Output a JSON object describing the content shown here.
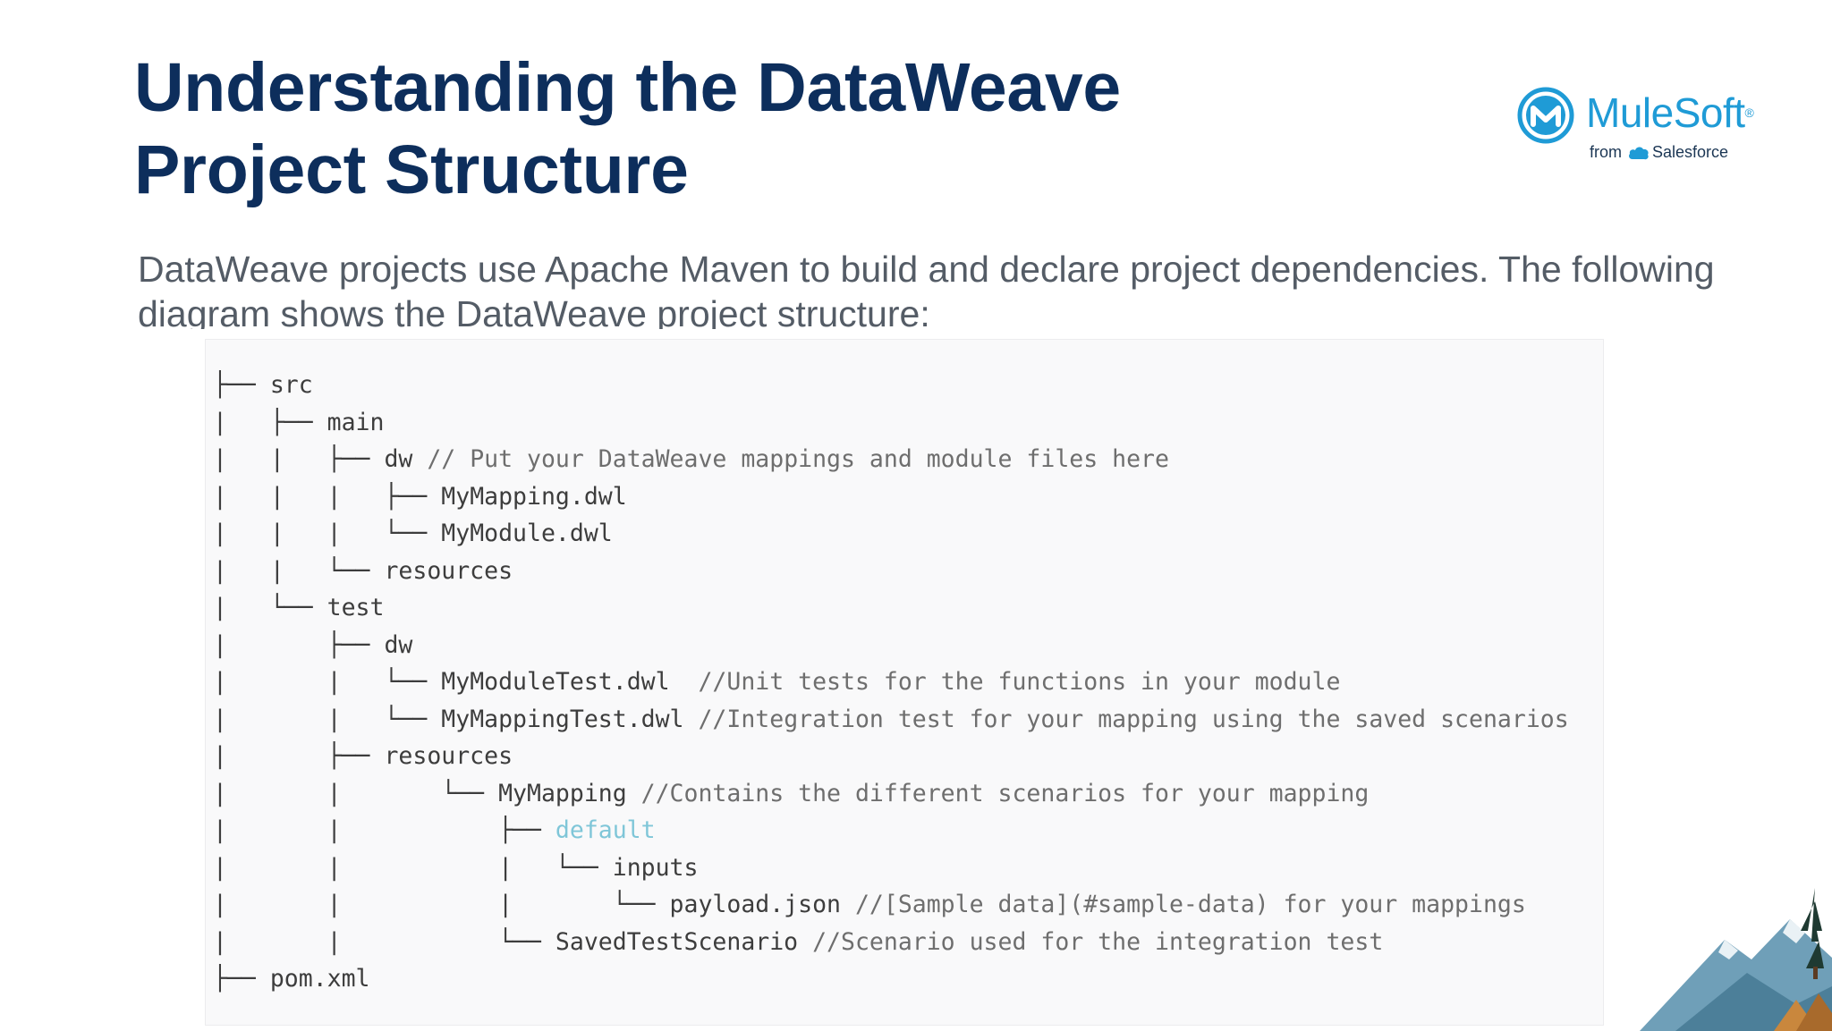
{
  "slide": {
    "title_line1": "Understanding the DataWeave",
    "title_line2": "Project Structure",
    "intro": "DataWeave projects use Apache Maven to build and declare project dependencies. The following diagram shows the DataWeave project structure:"
  },
  "logo": {
    "wordmark": "MuleSoft",
    "reg_mark": "®",
    "from": "from",
    "company": "Salesforce"
  },
  "tree": [
    {
      "prefix": "├── ",
      "name": "src",
      "comment": ""
    },
    {
      "prefix": "|   ├── ",
      "name": "main",
      "comment": ""
    },
    {
      "prefix": "|   |   ├── ",
      "name": "dw",
      "comment": " // Put your DataWeave mappings and module files here"
    },
    {
      "prefix": "|   |   |   ├── ",
      "name": "MyMapping.dwl",
      "comment": ""
    },
    {
      "prefix": "|   |   |   └── ",
      "name": "MyModule.dwl",
      "comment": ""
    },
    {
      "prefix": "|   |   └── ",
      "name": "resources",
      "comment": ""
    },
    {
      "prefix": "|   └── ",
      "name": "test",
      "comment": ""
    },
    {
      "prefix": "|       ├── ",
      "name": "dw",
      "comment": ""
    },
    {
      "prefix": "|       |   └── ",
      "name": "MyModuleTest.dwl",
      "comment": "  //Unit tests for the functions in your module"
    },
    {
      "prefix": "|       |   └── ",
      "name": "MyMappingTest.dwl",
      "comment": " //Integration test for your mapping using the saved scenarios"
    },
    {
      "prefix": "|       ├── ",
      "name": "resources",
      "comment": ""
    },
    {
      "prefix": "|       |       └── ",
      "name": "MyMapping",
      "comment": " //Contains the different scenarios for your mapping"
    },
    {
      "prefix": "|       |           ├── ",
      "name": "default",
      "comment": "",
      "highlight": true
    },
    {
      "prefix": "|       |           |   └── ",
      "name": "inputs",
      "comment": ""
    },
    {
      "prefix": "|       |           |       └── ",
      "name": "payload.json",
      "comment": " //[Sample data](#sample-data) for your mappings"
    },
    {
      "prefix": "|       |           └── ",
      "name": "SavedTestScenario",
      "comment": " //Scenario used for the integration test"
    },
    {
      "prefix": "├── ",
      "name": "pom.xml",
      "comment": ""
    }
  ],
  "colors": {
    "title": "#0d2e5c",
    "body_text": "#545c66",
    "brand_blue": "#1f9bd6",
    "highlight": "#7fc6d8"
  },
  "decor": {
    "corner_art": "mountain-illustration"
  }
}
